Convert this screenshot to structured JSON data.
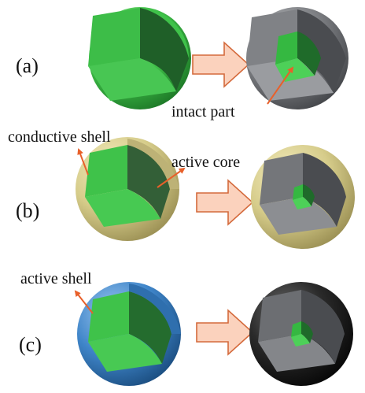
{
  "panels": [
    {
      "label": "(a)"
    },
    {
      "label": "(b)"
    },
    {
      "label": "(c)"
    }
  ],
  "annotations": {
    "intact_part": "intact part",
    "conductive_shell": "conductive shell",
    "active_core": "active core",
    "active_shell": "active shell"
  },
  "colors": {
    "active_green": "#3fc24a",
    "active_green_dark": "#1f6b2a",
    "spent_gray": "#7a7c80",
    "spent_gray_dark": "#4a4c50",
    "conductive_shell": "#d6cc8a",
    "active_shell_blue": "#3f85c9",
    "black_shell": "#1c1c1c",
    "arrow_fill": "#fbd2bd",
    "arrow_stroke": "#d46a3c",
    "annotation_arrow": "#e8602a"
  }
}
